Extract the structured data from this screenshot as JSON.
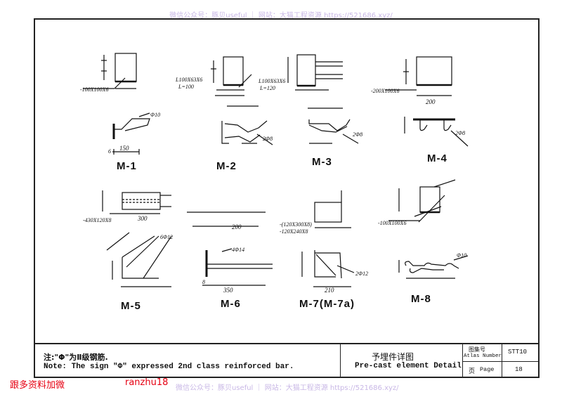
{
  "watermark_top": "微信公众号：豚贝useful ｜ 网站：大猫工程资源 https://521686.xyz/",
  "watermark_bottom": "微信公众号：豚贝useful ｜ 网站：大猫工程资源 https://521686.xyz/",
  "red_left": "跟多资料加微",
  "red_right": "ranzhu18",
  "components": {
    "m1": "M-1",
    "m2": "M-2",
    "m3": "M-3",
    "m4": "M-4",
    "m5": "M-5",
    "m6": "M-6",
    "m7": "M-7(M-7a)",
    "m8": "M-8"
  },
  "dims": {
    "m1_plate": "-100X100X6",
    "m1_rebar": "Φ10",
    "m1_len": "150",
    "m1_t": "6",
    "m2_angle": "L100X63X6",
    "m2_l": "L=100",
    "m2_bar": "2Φ8",
    "m3_angle": "L100X63X6",
    "m3_l": "L=120",
    "m3_bar": "2Φ8",
    "m4_plate": "-200X100X6",
    "m4_bar": "2Φ8",
    "m4_w": "200",
    "m5_plate": "-430X120X8",
    "m5_len": "300",
    "m5_bar": "6Φ12",
    "m6_bar1": "8",
    "m6_bar2": "4Φ14",
    "m6_len": "350",
    "m6_w": "200",
    "m7_plate1": "-(120X300X8)",
    "m7_plate2": "-120X240X8",
    "m7_bar": "2Φ12",
    "m7_len": "210",
    "m8_plate": "-100X100X6",
    "m8_bar": "Φ10"
  },
  "note_cn": "注:\"Φ\"为Ⅱ级钢筋.",
  "note_en": "Note: The sign \"Φ\" expressed 2nd class reinforced bar.",
  "title_cn": "予埋件详图",
  "title_en": "Pre-cast element Detail",
  "atlas_cn": "图集号",
  "atlas_en": "Atlas Number",
  "page_cn": "页",
  "page_en": "Page",
  "atlas_number": "STT10",
  "page_number": "18"
}
